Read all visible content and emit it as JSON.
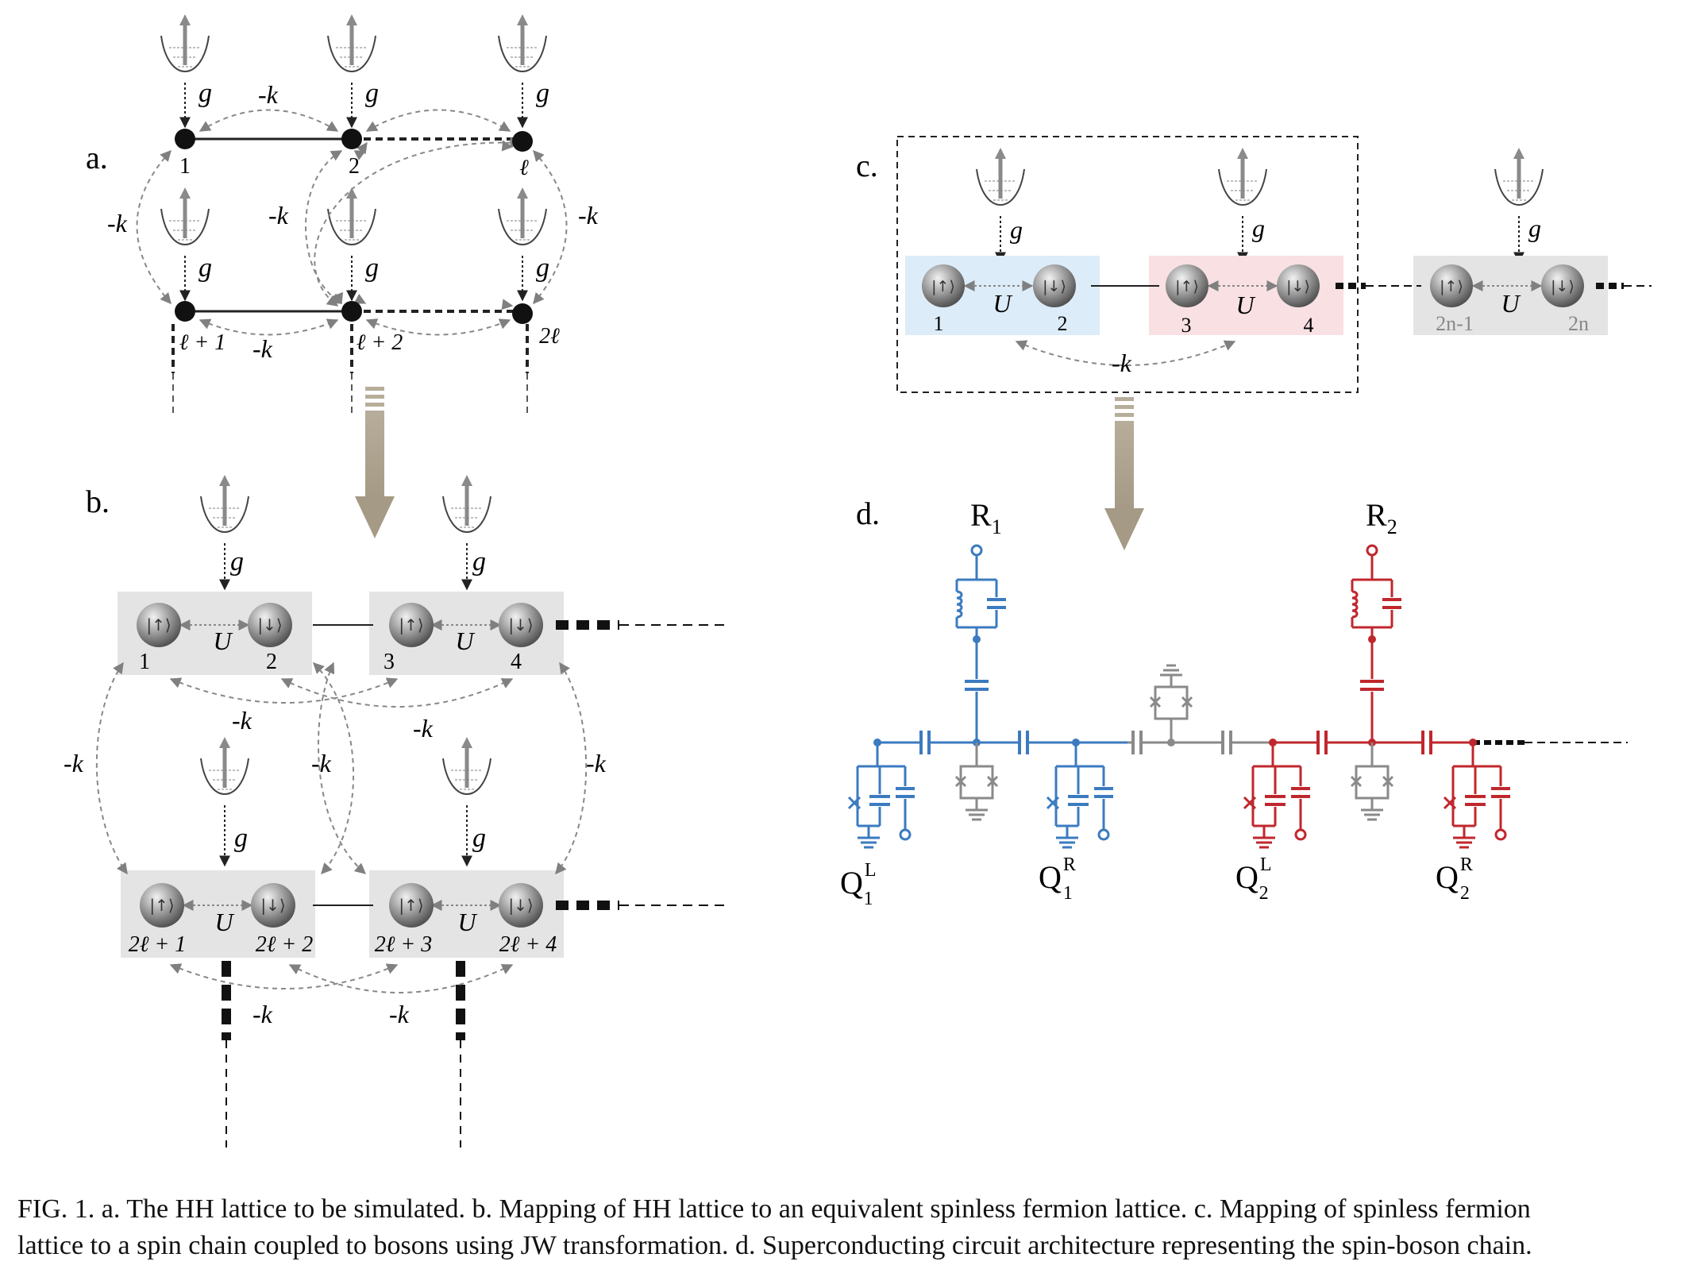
{
  "panels": {
    "a": {
      "label": "a.",
      "coupling_g": "g",
      "hopping": "-k",
      "sites": [
        "1",
        "2",
        "ℓ",
        "ℓ + 1",
        "ℓ + 2",
        "2ℓ"
      ]
    },
    "b": {
      "label": "b.",
      "coupling_g": "g",
      "interaction": "U",
      "hopping": "-k",
      "spin_up": "|↑⟩",
      "spin_down": "|↓⟩",
      "sites": [
        "1",
        "2",
        "3",
        "4",
        "2ℓ + 1",
        "2ℓ + 2",
        "2ℓ + 3",
        "2ℓ + 4"
      ]
    },
    "c": {
      "label": "c.",
      "coupling_g": "g",
      "interaction": "U",
      "hopping": "-k",
      "spin_up": "|↑⟩",
      "spin_down": "|↓⟩",
      "sites": [
        "1",
        "2",
        "3",
        "4",
        "2n-1",
        "2n"
      ]
    },
    "d": {
      "label": "d.",
      "resonators": [
        "R",
        "R"
      ],
      "resonator_subs": [
        "1",
        "2"
      ],
      "qubits": [
        {
          "base": "Q",
          "sup": "L",
          "sub": "1"
        },
        {
          "base": "Q",
          "sup": "R",
          "sub": "1"
        },
        {
          "base": "Q",
          "sup": "L",
          "sub": "2"
        },
        {
          "base": "Q",
          "sup": "R",
          "sub": "2"
        }
      ]
    }
  },
  "colors": {
    "blue": "#3b7bc0",
    "red": "#c0272d",
    "gray_circuit": "#8a8a8a",
    "arrow_tan": "#a89f8e",
    "blue_box": "#dcecf8",
    "pink_box": "#f8e0e3",
    "gray_box": "#e6e6e6"
  },
  "caption": {
    "line1": "FIG. 1. a. The HH lattice to be simulated. b. Mapping of HH lattice to an equivalent spinless fermion lattice. c. Mapping of spinless fermion",
    "line2": "lattice to a spin chain coupled to bosons using JW transformation. d. Superconducting circuit architecture representing the spin-boson chain."
  }
}
